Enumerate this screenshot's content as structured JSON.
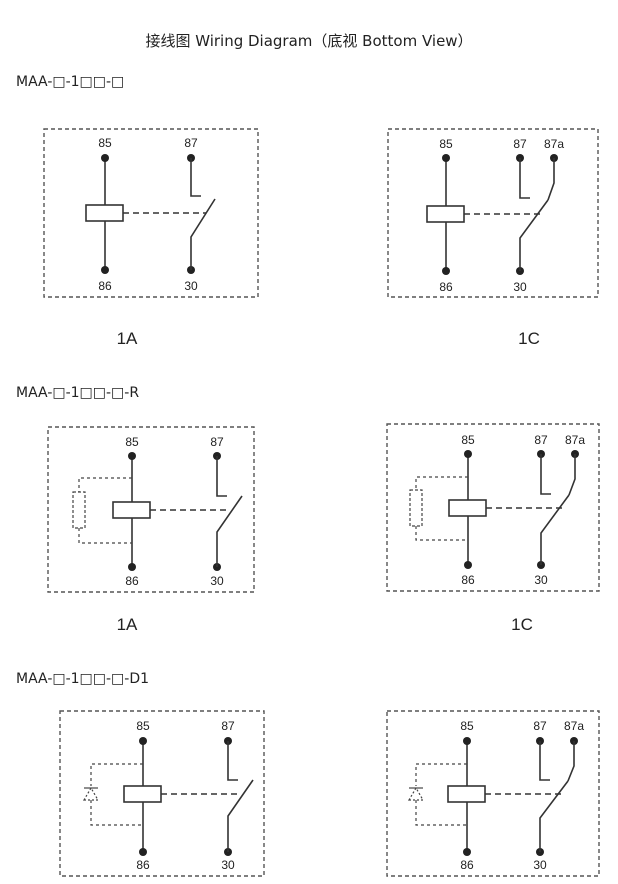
{
  "title": "接线图 Wiring Diagram（底视 Bottom View）",
  "colors": {
    "line": "#333333",
    "dash_border": "#555555",
    "background": "#ffffff"
  },
  "sections": [
    {
      "heading": "MAA-□-1□□-□",
      "diagrams": [
        {
          "variant": "1A",
          "pins": {
            "coil_top": "85",
            "coil_bottom": "86",
            "no": "87",
            "com": "30"
          }
        },
        {
          "variant": "1C",
          "pins": {
            "coil_top": "85",
            "coil_bottom": "86",
            "no": "87",
            "nc": "87a",
            "com": "30"
          }
        }
      ]
    },
    {
      "heading": "MAA-□-1□□-□-R",
      "diagrams": [
        {
          "variant": "1A",
          "pins": {
            "coil_top": "85",
            "coil_bottom": "86",
            "no": "87",
            "com": "30"
          }
        },
        {
          "variant": "1C",
          "pins": {
            "coil_top": "85",
            "coil_bottom": "86",
            "no": "87",
            "nc": "87a",
            "com": "30"
          }
        }
      ]
    },
    {
      "heading": "MAA-□-1□□-□-D1",
      "diagrams": [
        {
          "pins": {
            "coil_top": "85",
            "coil_bottom": "86",
            "no": "87",
            "com": "30"
          }
        },
        {
          "pins": {
            "coil_top": "85",
            "coil_bottom": "86",
            "no": "87",
            "nc": "87a",
            "com": "30"
          }
        }
      ]
    }
  ]
}
